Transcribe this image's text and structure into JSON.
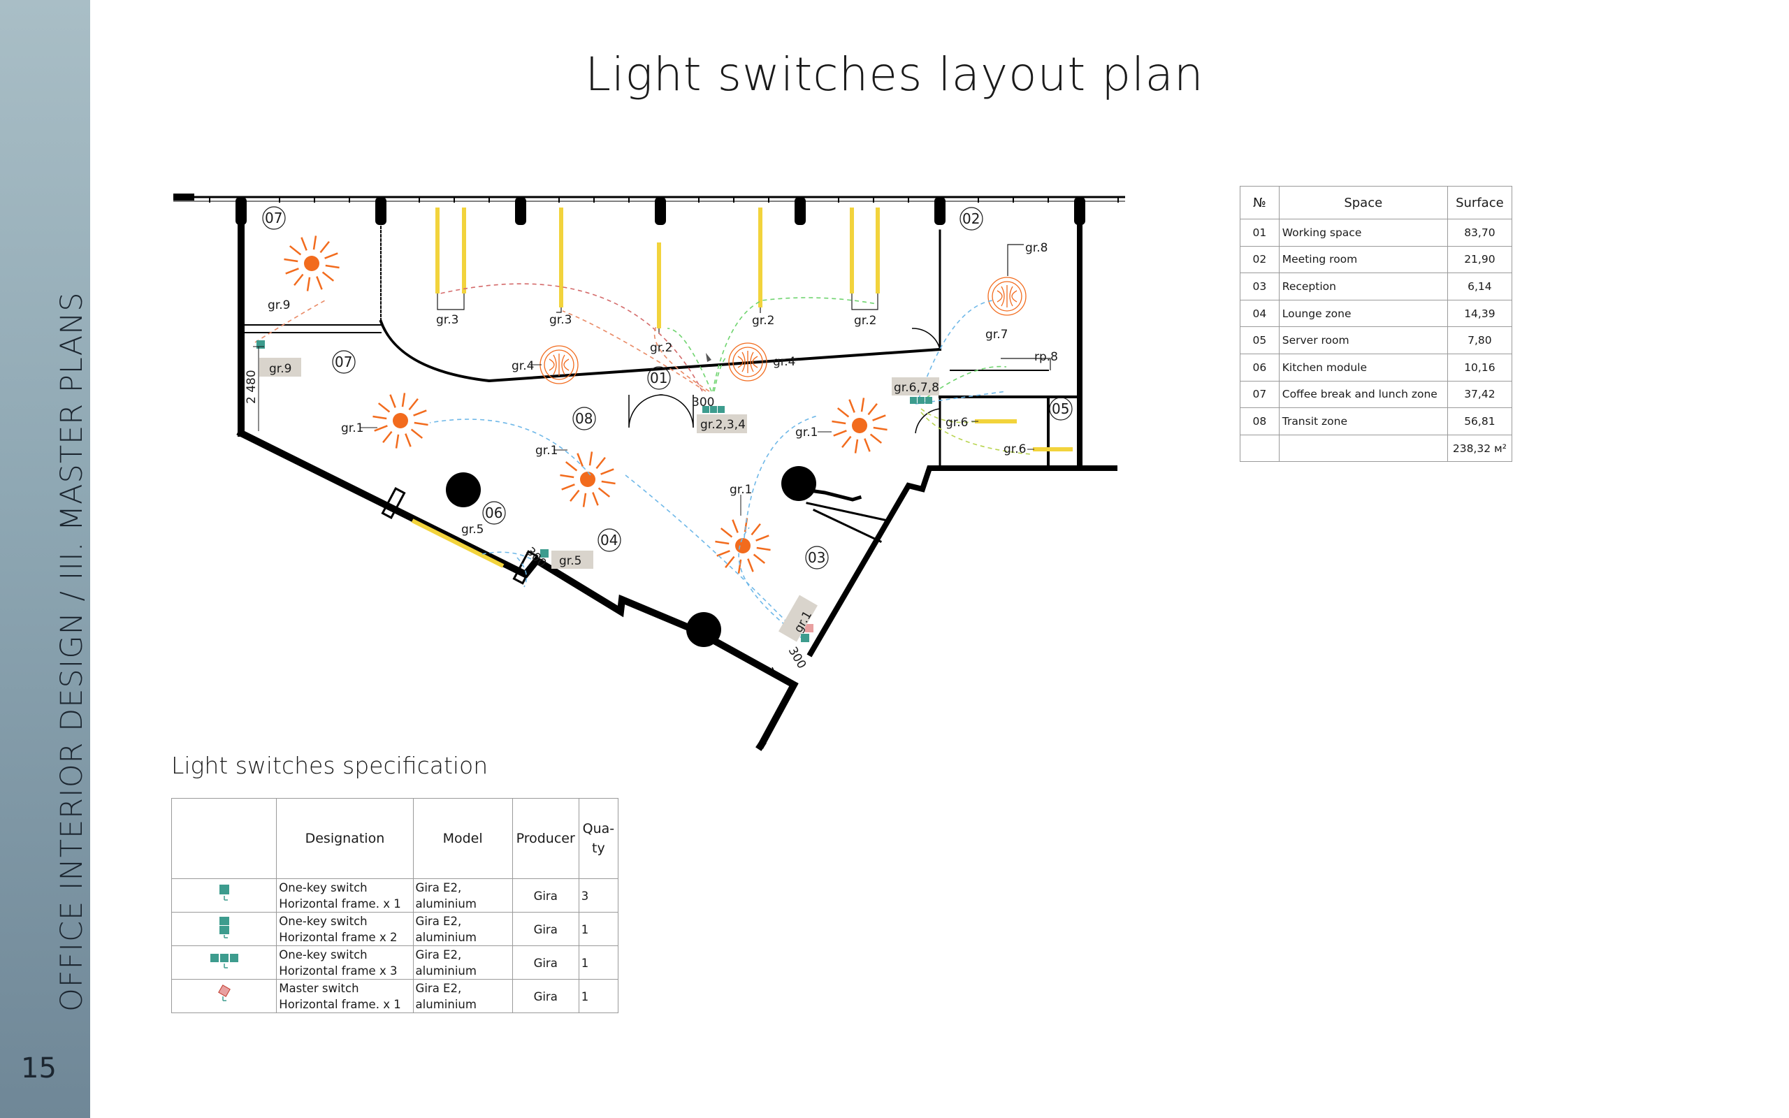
{
  "sidebar": {
    "title": "OFFICE INTERIOR DESIGN / III. MASTER PLANS",
    "page_number": "15"
  },
  "header": {
    "title": "Light switches layout plan"
  },
  "spaces_table": {
    "headers": [
      "№",
      "Space",
      "Surface"
    ],
    "rows": [
      {
        "num": "01",
        "space": "Working space",
        "surface": "83,70"
      },
      {
        "num": "02",
        "space": "Meeting room",
        "surface": "21,90"
      },
      {
        "num": "03",
        "space": "Reception",
        "surface": "6,14"
      },
      {
        "num": "04",
        "space": "Lounge zone",
        "surface": "14,39"
      },
      {
        "num": "05",
        "space": "Server room",
        "surface": "7,80"
      },
      {
        "num": "06",
        "space": "Kitchen module",
        "surface": "10,16"
      },
      {
        "num": "07",
        "space": "Coffee break and lunch zone",
        "surface": "37,42"
      },
      {
        "num": "08",
        "space": "Transit zone",
        "surface": "56,81"
      }
    ],
    "total": "238,32 м²"
  },
  "specification": {
    "title": "Light switches specification",
    "headers": {
      "designation": "Designation",
      "model": "Model",
      "producer": "Producer",
      "quantity_line1": "Qua-",
      "quantity_line2": "ty"
    },
    "rows": [
      {
        "icon": "one-key-switch-x1-icon",
        "designation_1": "One-key switch",
        "designation_2": "Horizontal frame. x 1",
        "model_1": "Gira E2,",
        "model_2": "aluminium",
        "producer": "Gira",
        "qty": "3"
      },
      {
        "icon": "one-key-switch-x2-icon",
        "designation_1": "One-key switch",
        "designation_2": "Horizontal frame x 2",
        "model_1": "Gira E2,",
        "model_2": "aluminium",
        "producer": "Gira",
        "qty": "1"
      },
      {
        "icon": "one-key-switch-x3-icon",
        "designation_1": "One-key switch",
        "designation_2": "Horizontal frame x 3",
        "model_1": "Gira E2,",
        "model_2": "aluminium",
        "producer": "Gira",
        "qty": "1"
      },
      {
        "icon": "master-switch-icon",
        "designation_1": "Master switch",
        "designation_2": "Horizontal frame. x 1",
        "model_1": "Gira E2,",
        "model_2": "aluminium",
        "producer": "Gira",
        "qty": "1"
      }
    ]
  },
  "plan": {
    "room_numbers": [
      "07",
      "02",
      "07",
      "01",
      "08",
      "05",
      "06",
      "04",
      "03"
    ],
    "group_labels": [
      "gr.9",
      "gr.3",
      "gr.3",
      "gr.2",
      "gr.2",
      "gr.2",
      "gr.4",
      "gr.4",
      "gr.8",
      "gr.7",
      "rp.8",
      "gr.1",
      "gr.1",
      "gr.1",
      "gr.1",
      "gr.6",
      "gr.6",
      "gr.5"
    ],
    "switch_tags": [
      "gr.9",
      "gr.2,3,4",
      "gr.6,7,8",
      "gr.5",
      "gr.1"
    ],
    "dimension": "2 480",
    "height_marks": [
      "300",
      "300",
      "300"
    ],
    "colors": {
      "lamp": "#f26b1d",
      "linear_light": "#f2d33c",
      "switch": "#3d9c8e",
      "master_switch": "#e8a0a0",
      "wall": "#000000",
      "tag_bg": "#d9d4cc",
      "link_orange": "#e98a66",
      "link_red": "#d46a6a",
      "link_green": "#6fd46f",
      "link_blue": "#6fb8e8",
      "link_yellowgreen": "#b8d44f"
    }
  }
}
